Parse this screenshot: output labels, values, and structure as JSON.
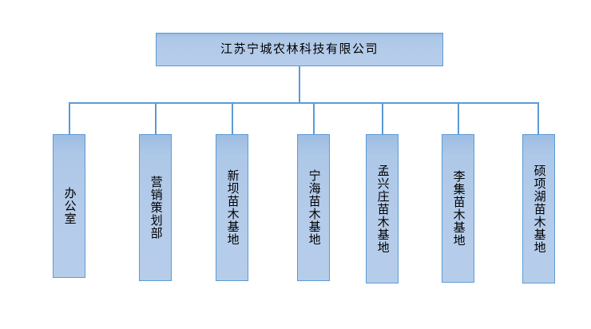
{
  "diagram": {
    "type": "organization-chart",
    "orientation": "top-down",
    "colors": {
      "node_fill_top": "#9dbde2",
      "node_fill_bottom": "#b6cdea",
      "node_border": "#5b9bd5",
      "connector": "#5b9bd5",
      "text": "#000000",
      "background": "#ffffff"
    },
    "root": {
      "label": "江苏宁城农林科技有限公司",
      "text_orientation": "horizontal"
    },
    "children": [
      {
        "label": "办公室",
        "text_orientation": "vertical"
      },
      {
        "label": "营销策划部",
        "text_orientation": "vertical"
      },
      {
        "label": "新坝苗木基地",
        "text_orientation": "vertical"
      },
      {
        "label": "宁海苗木基地",
        "text_orientation": "vertical"
      },
      {
        "label": "孟兴庄苗木基地",
        "text_orientation": "vertical"
      },
      {
        "label": "李集苗木基地",
        "text_orientation": "vertical"
      },
      {
        "label": "硕项湖苗木基地",
        "text_orientation": "vertical"
      }
    ]
  }
}
